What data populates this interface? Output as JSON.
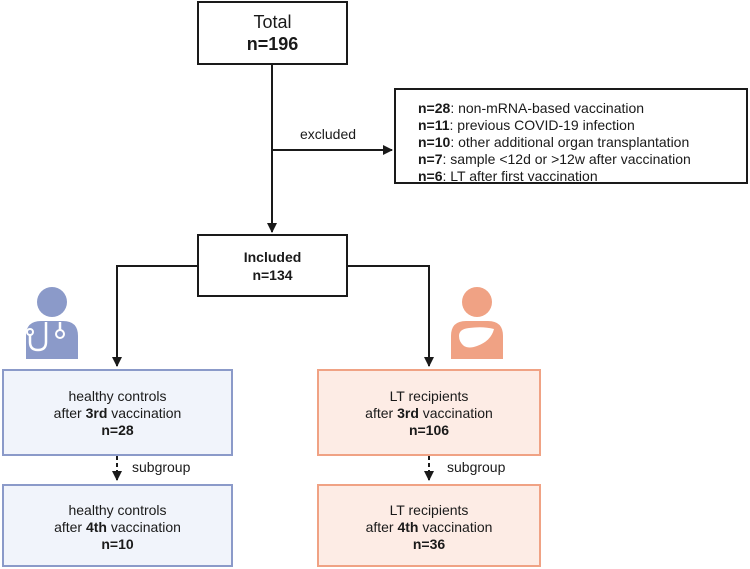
{
  "total": {
    "title": "Total",
    "count": "n=196"
  },
  "excluded_label": "excluded",
  "exclusions": [
    {
      "count": "n=28",
      "reason": ": non-mRNA-based vaccination"
    },
    {
      "count": "n=11",
      "reason": ": previous COVID-19 infection"
    },
    {
      "count": "n=10",
      "reason": ": other additional organ transplantation"
    },
    {
      "count": "n=7",
      "reason": ": sample <12d or >12w after vaccination"
    },
    {
      "count": "n=6",
      "reason": ": LT after first vaccination"
    }
  ],
  "included": {
    "title": "Included",
    "count": "n=134"
  },
  "subgroup_label": "subgroup",
  "healthy_3rd": {
    "line1": "healthy controls",
    "pre": "after ",
    "dose": "3rd",
    "post": " vaccination",
    "count": "n=28"
  },
  "healthy_4th": {
    "line1": "healthy controls",
    "pre": "after ",
    "dose": "4th",
    "post": " vaccination",
    "count": "n=10"
  },
  "lt_3rd": {
    "line1": "LT recipients",
    "pre": "after ",
    "dose": "3rd",
    "post": " vaccination",
    "count": "n=106"
  },
  "lt_4th": {
    "line1": "LT recipients",
    "pre": "after ",
    "dose": "4th",
    "post": " vaccination",
    "count": "n=36"
  },
  "colors": {
    "healthy": "#8b9ac9",
    "lt": "#f0a284"
  },
  "icons": {
    "healthy": "doctor-person-icon",
    "lt": "person-liver-icon"
  }
}
